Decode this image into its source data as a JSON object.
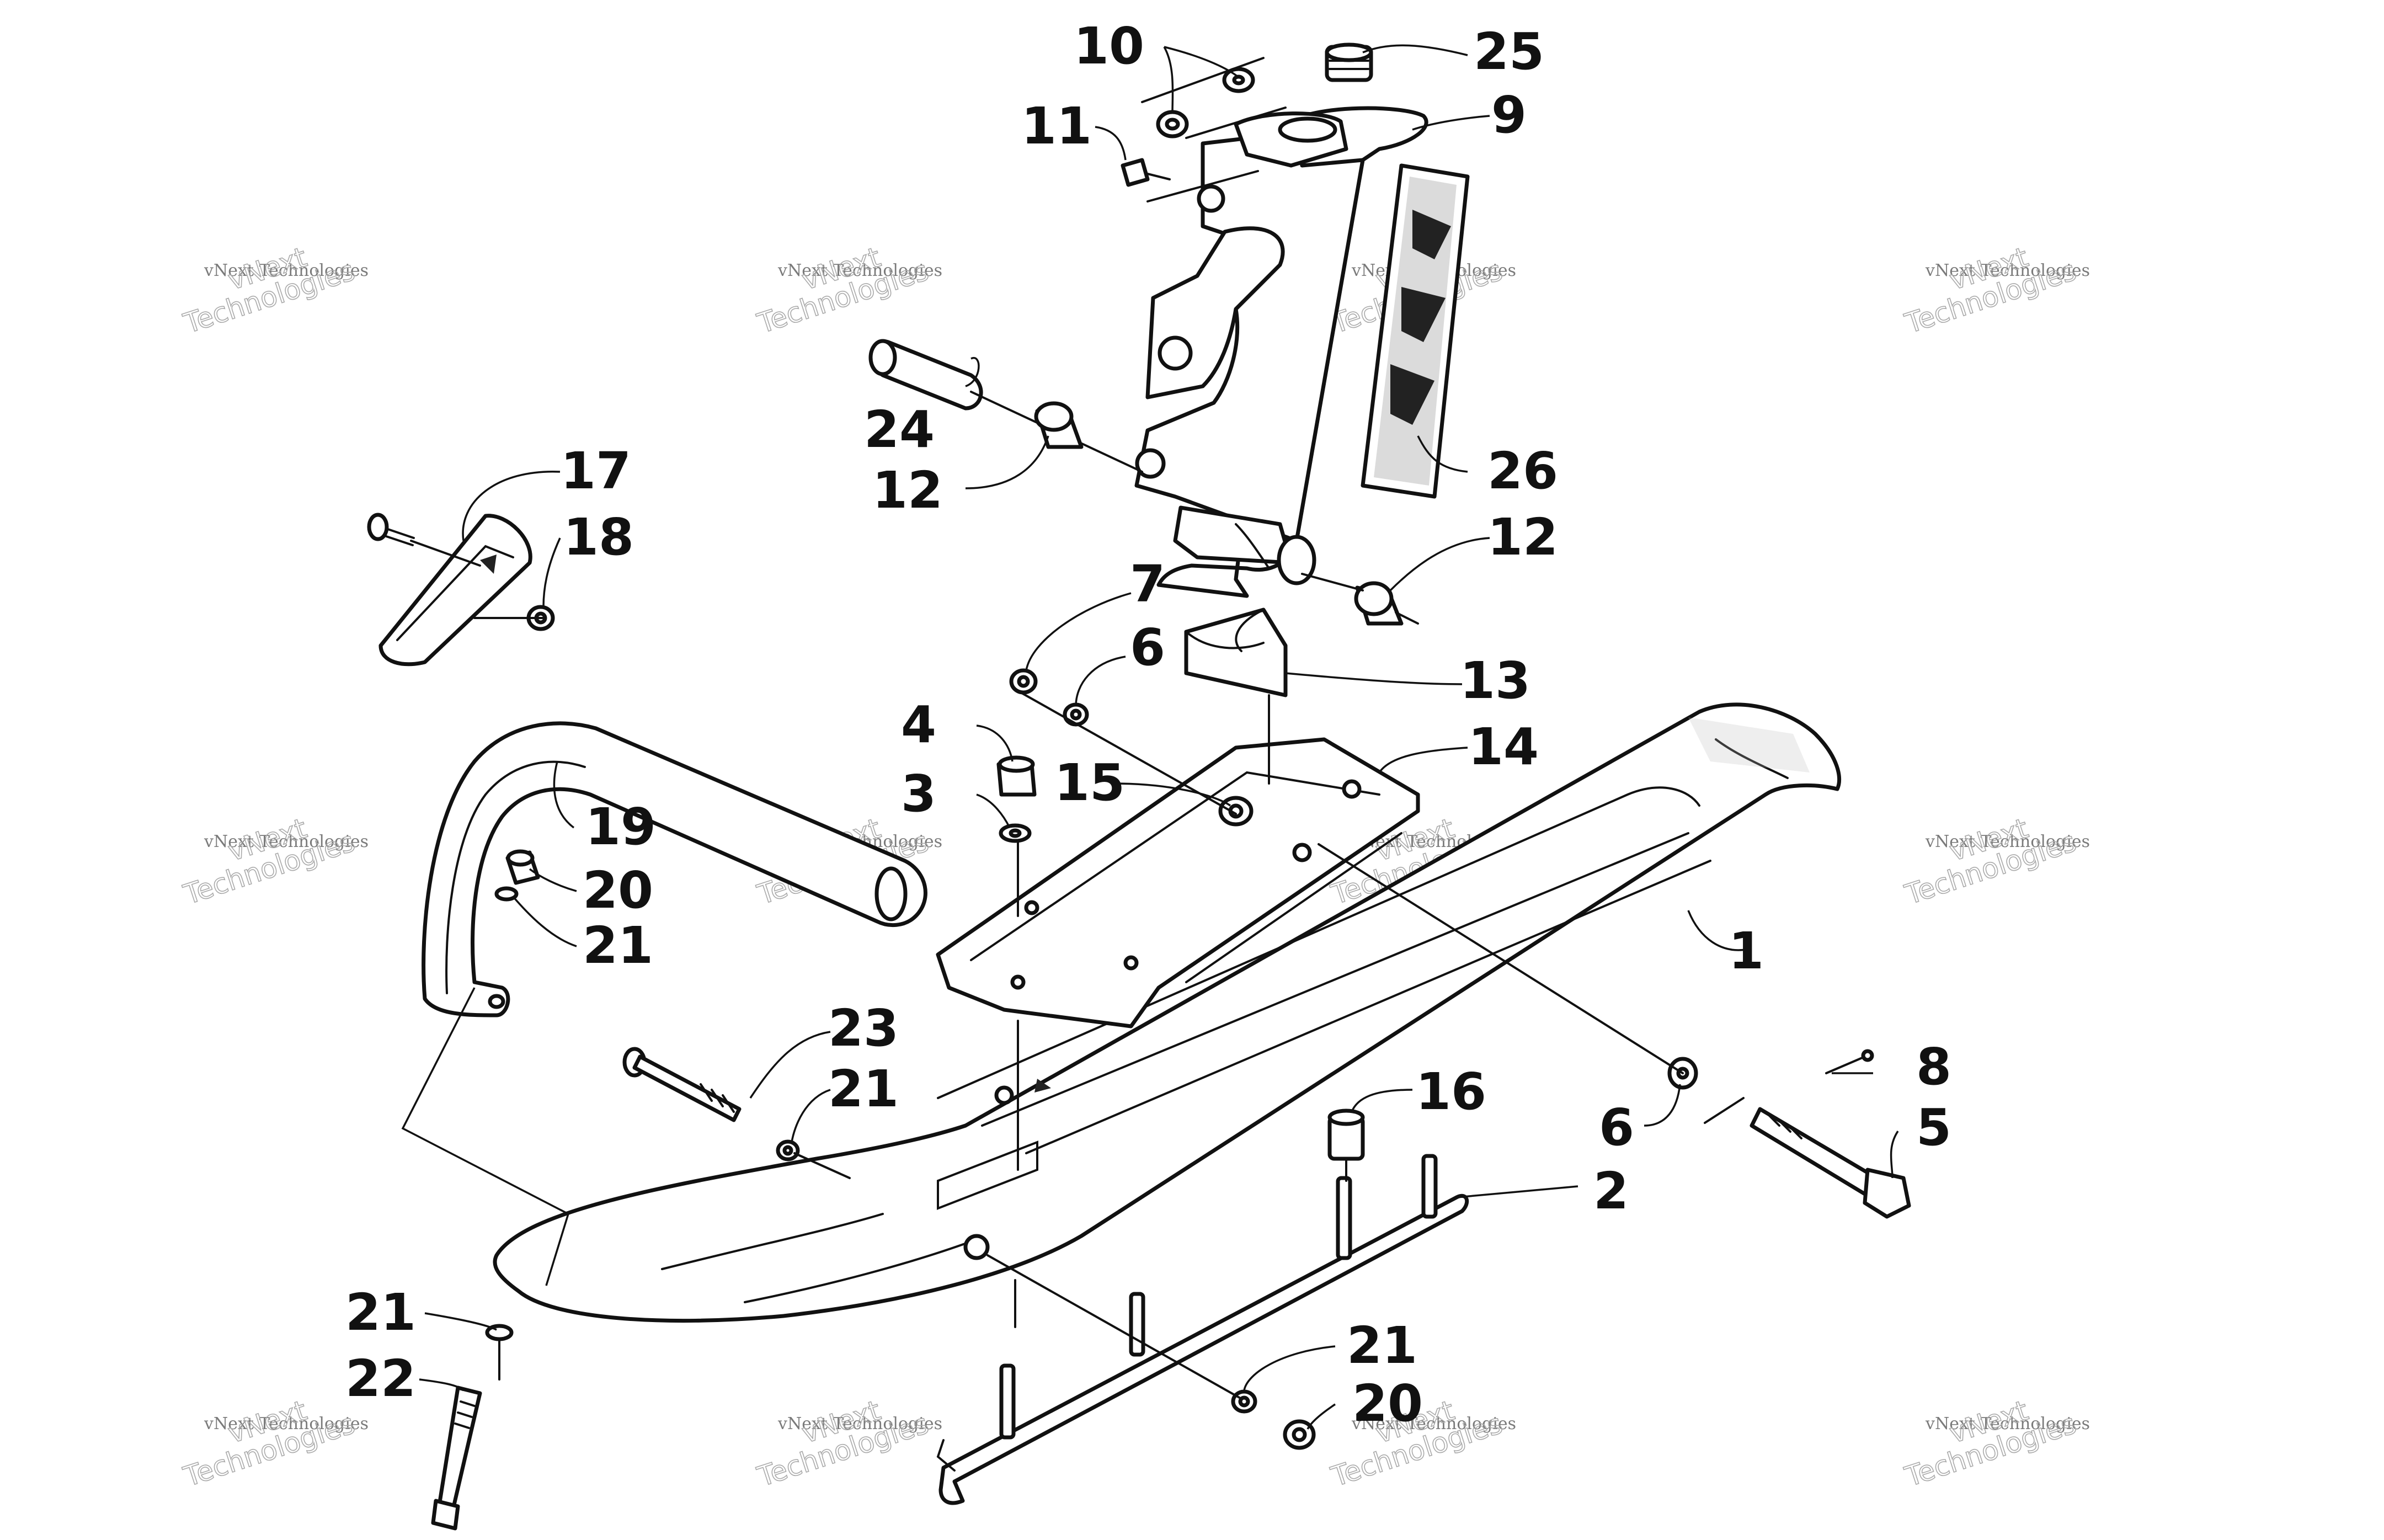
{
  "diagram": {
    "callouts": [
      "1",
      "2",
      "3",
      "4",
      "5",
      "6",
      "6",
      "7",
      "8",
      "9",
      "10",
      "11",
      "12",
      "12",
      "13",
      "14",
      "15",
      "16",
      "17",
      "18",
      "19",
      "20",
      "20",
      "21",
      "21",
      "21",
      "21",
      "22",
      "23",
      "24",
      "25",
      "26"
    ],
    "watermark": {
      "line1": "vNext Technologies",
      "line2a": "vNext",
      "line2b": "Technologies"
    }
  }
}
